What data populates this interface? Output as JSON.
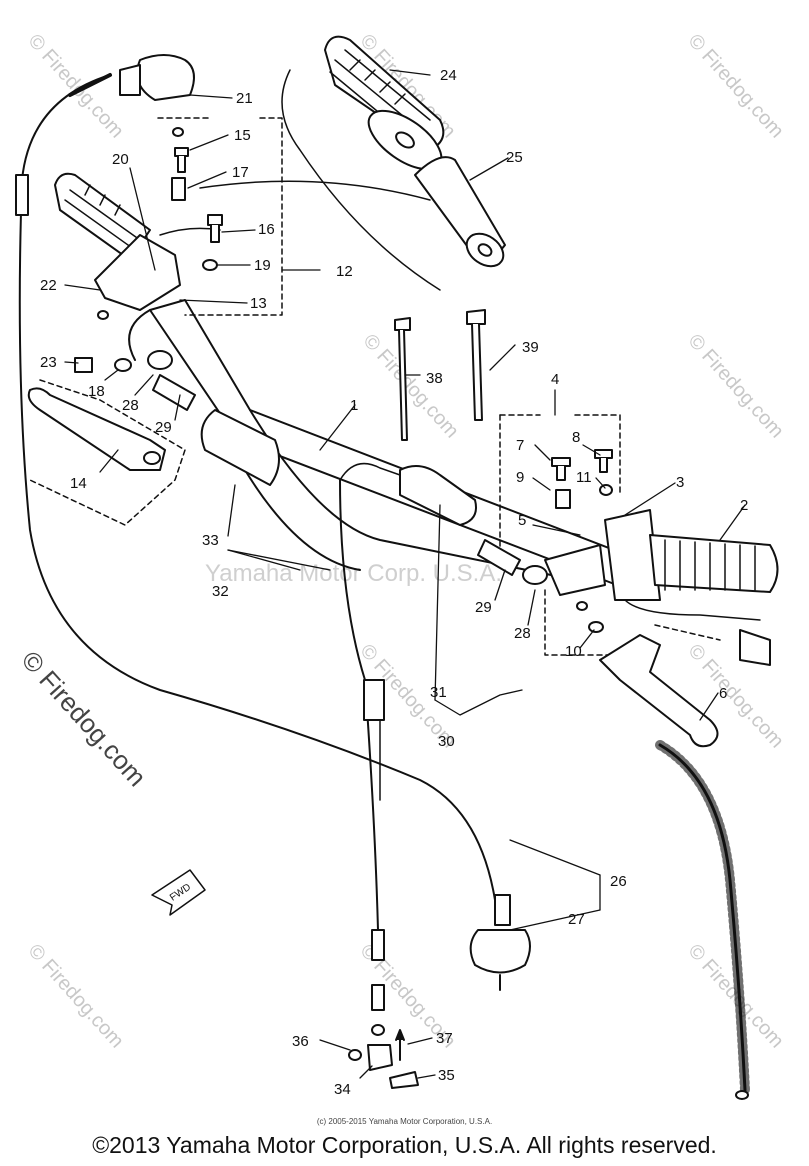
{
  "watermarks": {
    "corner": "© Firedog.com",
    "center": "Yamaha Motor Corp. U.S.A.",
    "large": "© Firedog.com"
  },
  "copyright_small": "(c) 2005-2015 Yamaha Motor Corporation, U.S.A.",
  "footer": "©2013 Yamaha Motor Corporation, U.S.A. All rights reserved.",
  "fwd_label": "FWD",
  "callouts": [
    "1",
    "2",
    "3",
    "4",
    "5",
    "6",
    "7",
    "8",
    "9",
    "10",
    "11",
    "12",
    "13",
    "14",
    "15",
    "16",
    "17",
    "18",
    "19",
    "20",
    "21",
    "22",
    "23",
    "24",
    "25",
    "26",
    "27",
    "28",
    "29",
    "30",
    "31",
    "32",
    "33",
    "34",
    "35",
    "36",
    "37",
    "38",
    "39"
  ]
}
